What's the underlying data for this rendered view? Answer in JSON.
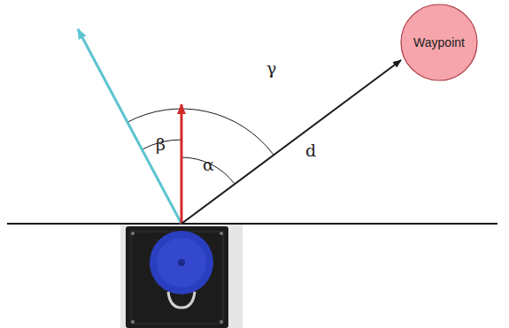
{
  "diagram": {
    "nodes": [
      {
        "text": [
          "Waypoint"
        ]
      }
    ],
    "labels": [
      "γ",
      "β",
      "α",
      "d"
    ]
  }
}
